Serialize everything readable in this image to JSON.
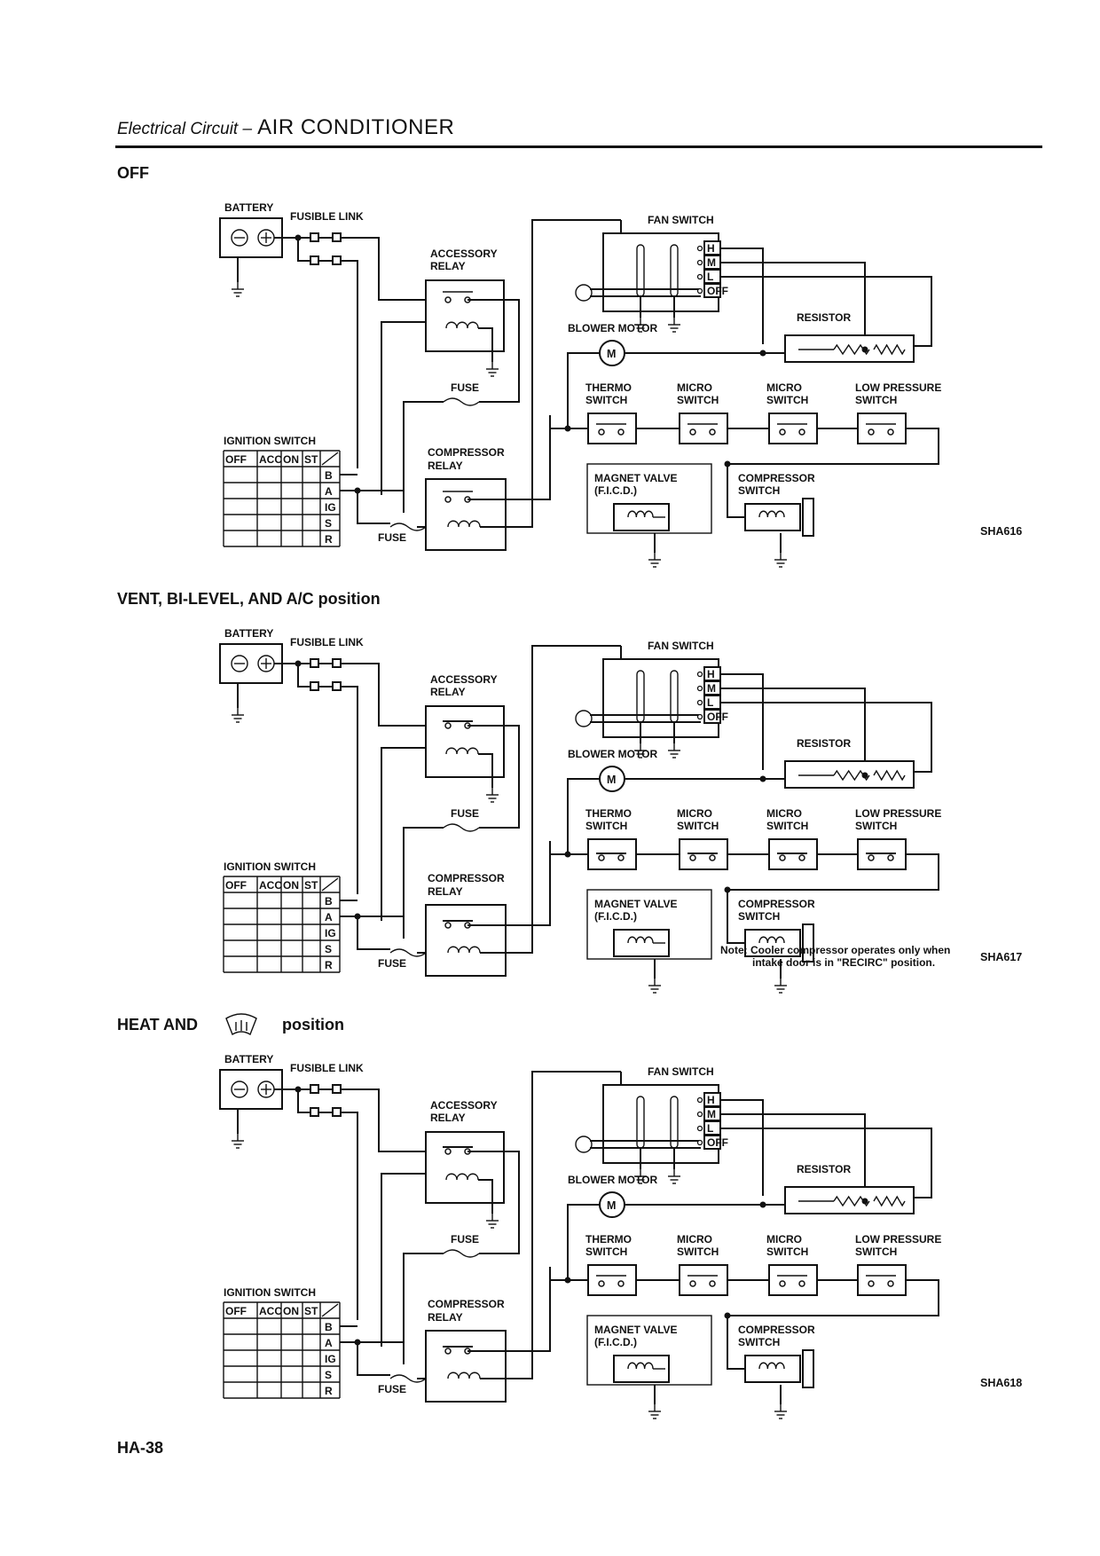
{
  "header": {
    "prefix": "Electrical Circuit –",
    "title": "AIR CONDITIONER"
  },
  "page_number": "HA-38",
  "labels": {
    "battery": "BATTERY",
    "fusible_link": "FUSIBLE LINK",
    "accessory_relay_1": "ACCESSORY",
    "accessory_relay_2": "RELAY",
    "fan_switch": "FAN SWITCH",
    "blower_motor": "BLOWER MOTOR",
    "resistor": "RESISTOR",
    "fuse": "FUSE",
    "thermo_1": "THERMO",
    "thermo_2": "SWITCH",
    "micro_1": "MICRO",
    "micro_2": "SWITCH",
    "lowp_1": "LOW PRESSURE",
    "lowp_2": "SWITCH",
    "ignition_switch": "IGNITION SWITCH",
    "compressor_relay_1": "COMPRESSOR",
    "compressor_relay_2": "RELAY",
    "magnet_valve_1": "MAGNET VALVE",
    "magnet_valve_2": "(F.I.C.D.)",
    "compressor_switch_1": "COMPRESSOR",
    "compressor_switch_2": "SWITCH",
    "motor_m": "M",
    "fan_positions": [
      "H",
      "M",
      "L",
      "OFF"
    ],
    "ign_cols": [
      "OFF",
      "ACC",
      "ON",
      "ST"
    ],
    "ign_rows": [
      "B",
      "A",
      "IG",
      "S",
      "R"
    ]
  },
  "sections": [
    {
      "title": "OFF",
      "code": "SHA616",
      "note": ""
    },
    {
      "title": "VENT, BI-LEVEL, AND A/C position",
      "code": "SHA617",
      "note_1": "Note:  Cooler compressor operates only when",
      "note_2": "intake door is in \"RECIRC\" position."
    },
    {
      "title_a": "HEAT  AND",
      "title_b": "position",
      "code": "SHA618",
      "note": ""
    }
  ]
}
